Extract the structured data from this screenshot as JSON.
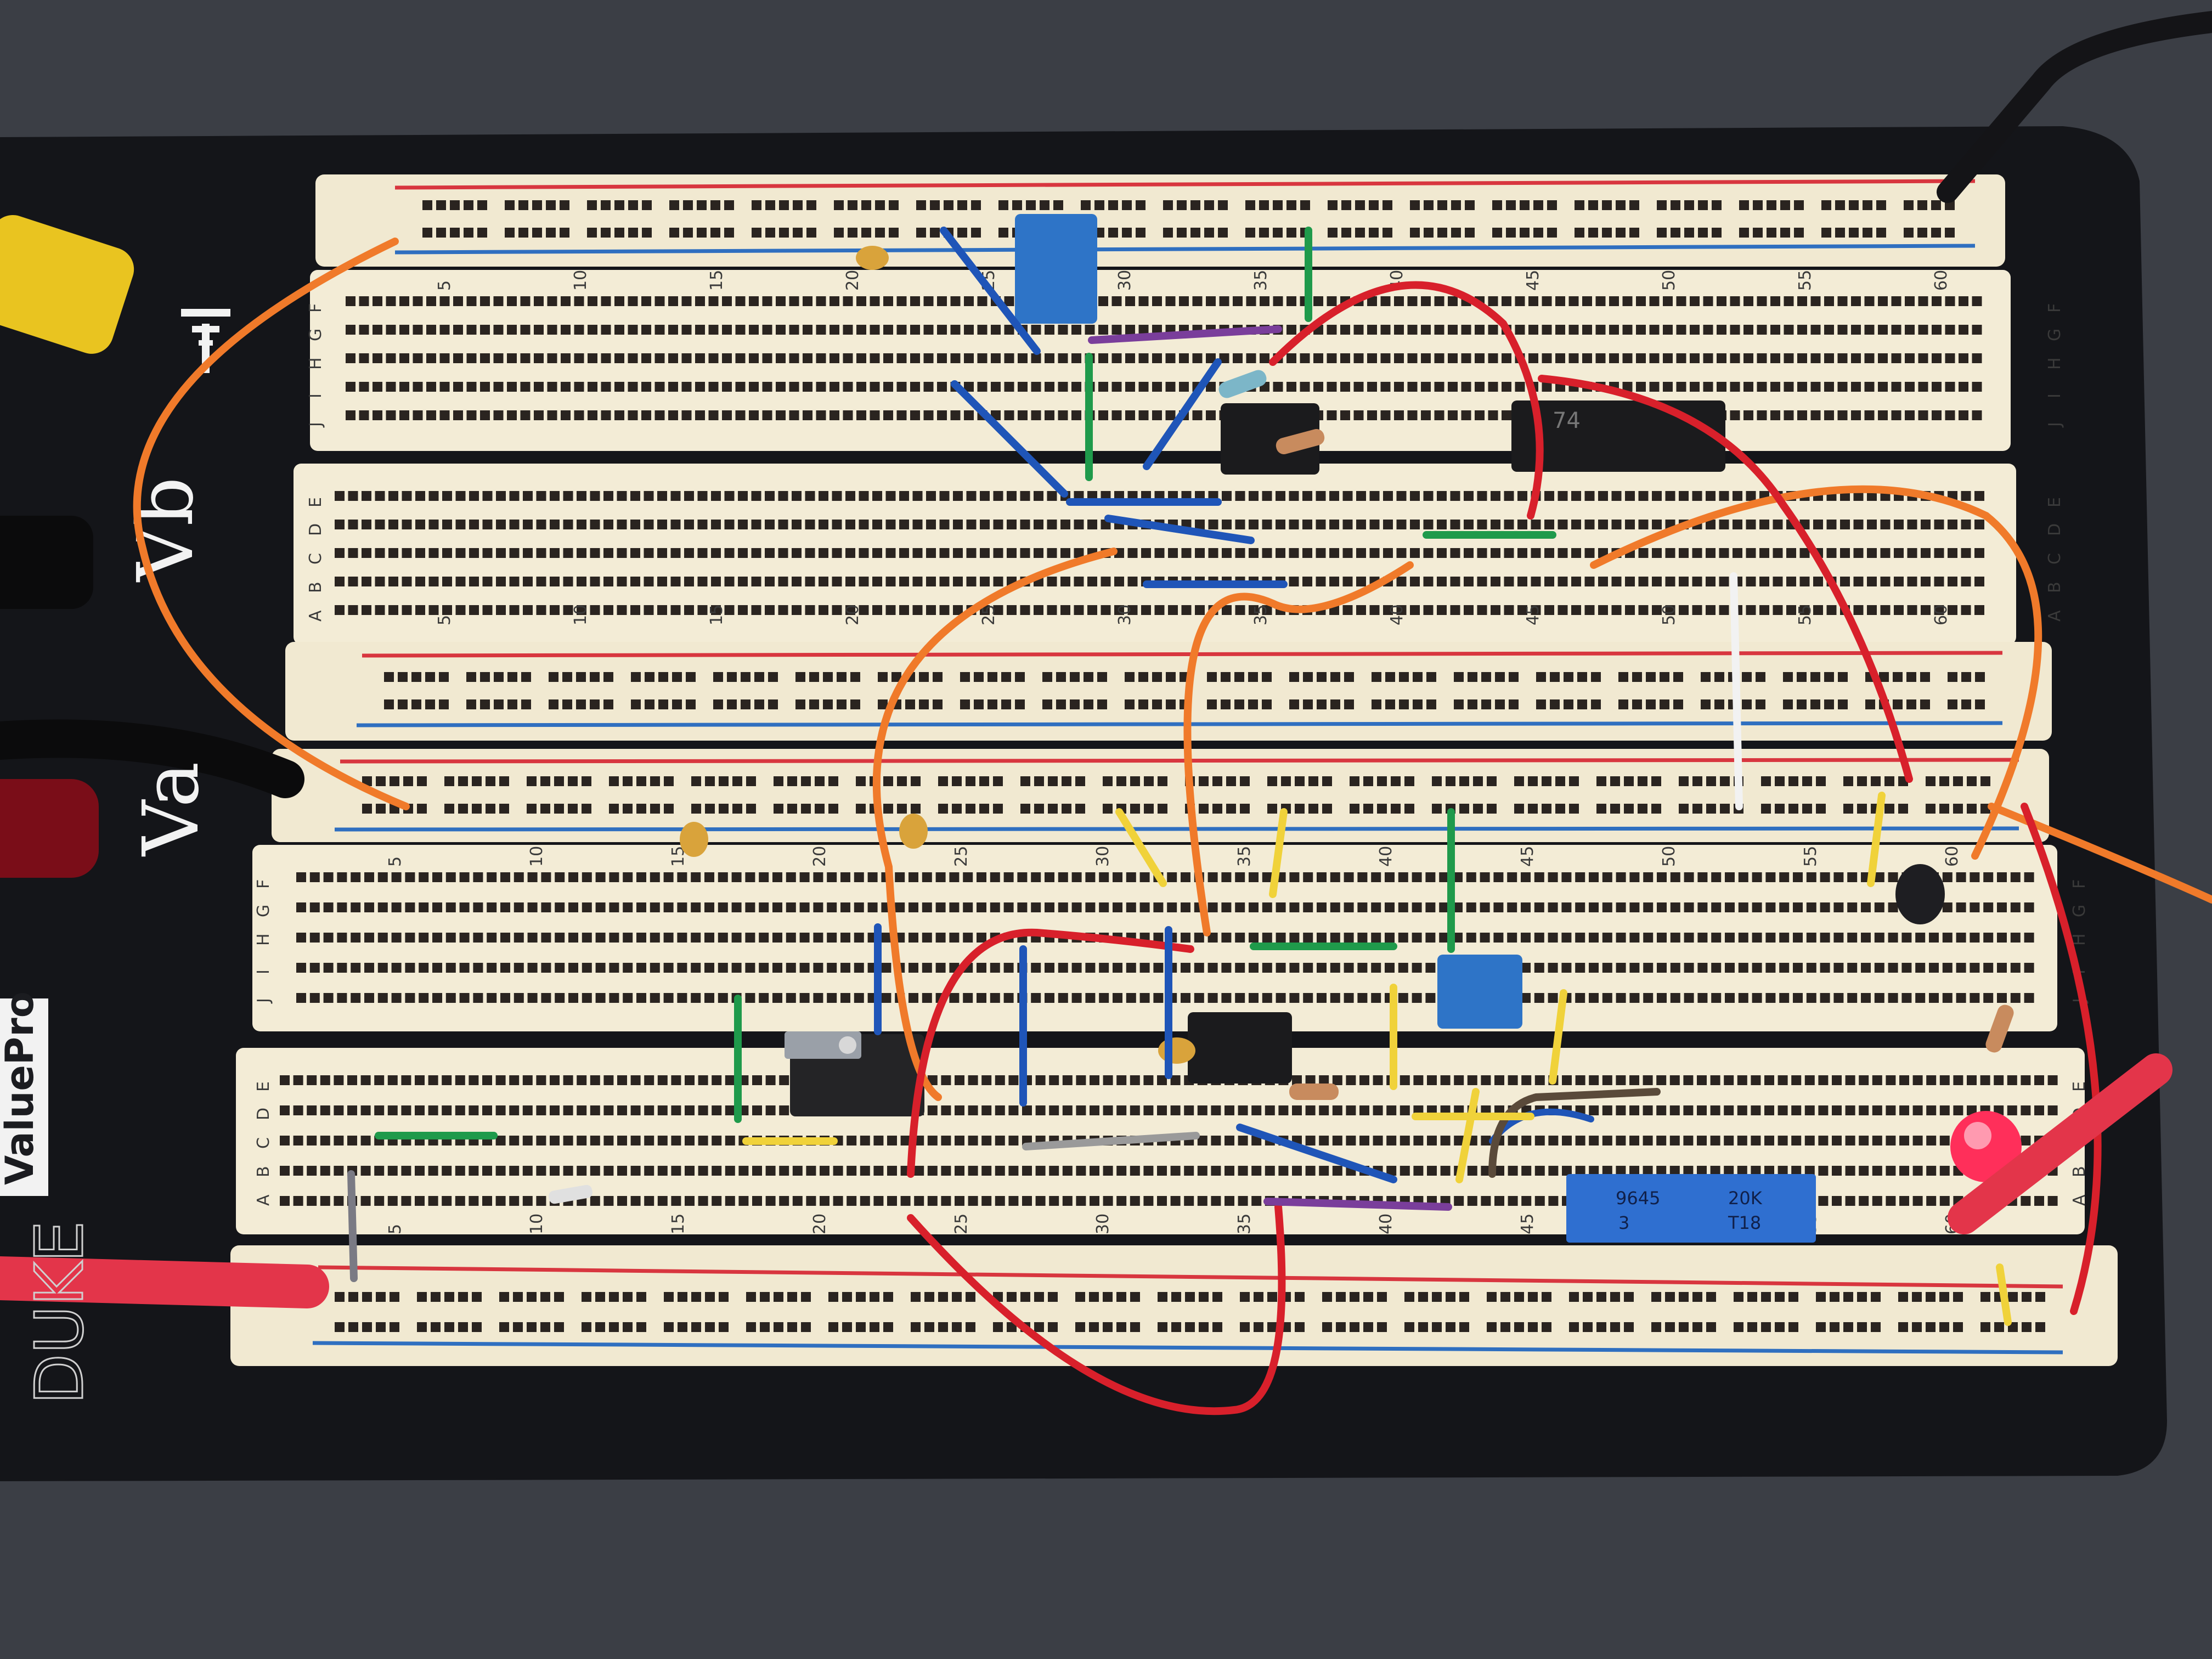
{
  "panel": {
    "label_vb": "Vb",
    "label_va": "Va",
    "brand_logo": "ValuePro",
    "handwriting": "DUKE",
    "ground_symbol": "ground-symbol-icon"
  },
  "breadboard_top": {
    "row_letters_fghij": [
      "F",
      "G",
      "H",
      "I",
      "J"
    ],
    "row_letters_abcde": [
      "A",
      "B",
      "C",
      "D",
      "E"
    ],
    "column_numbers": [
      "5",
      "10",
      "15",
      "20",
      "25",
      "30",
      "35",
      "40",
      "45",
      "50",
      "55",
      "60"
    ]
  },
  "breadboard_bottom": {
    "row_letters_fghij": [
      "F",
      "G",
      "H",
      "I",
      "J"
    ],
    "row_letters_abcde": [
      "A",
      "B",
      "C",
      "D",
      "E"
    ],
    "column_numbers": [
      "5",
      "10",
      "15",
      "20",
      "25",
      "30",
      "35",
      "40",
      "45",
      "50",
      "55",
      "60"
    ]
  },
  "components": {
    "potentiometer_label_1": "20K",
    "potentiometer_label_2": "T18",
    "potentiometer_label_3": "9645",
    "potentiometer_label_4": "3",
    "chip_top_right_label": "74"
  },
  "colors": {
    "board": "#f3ecd6",
    "rail_red": "#d8363f",
    "rail_blue": "#2f6fc0",
    "panel": "#15161a",
    "wire_orange": "#f07a2a",
    "wire_red": "#d8202b",
    "wire_blue": "#1f55b8",
    "wire_green": "#1f9a4b",
    "wire_yellow": "#f0d23a"
  }
}
